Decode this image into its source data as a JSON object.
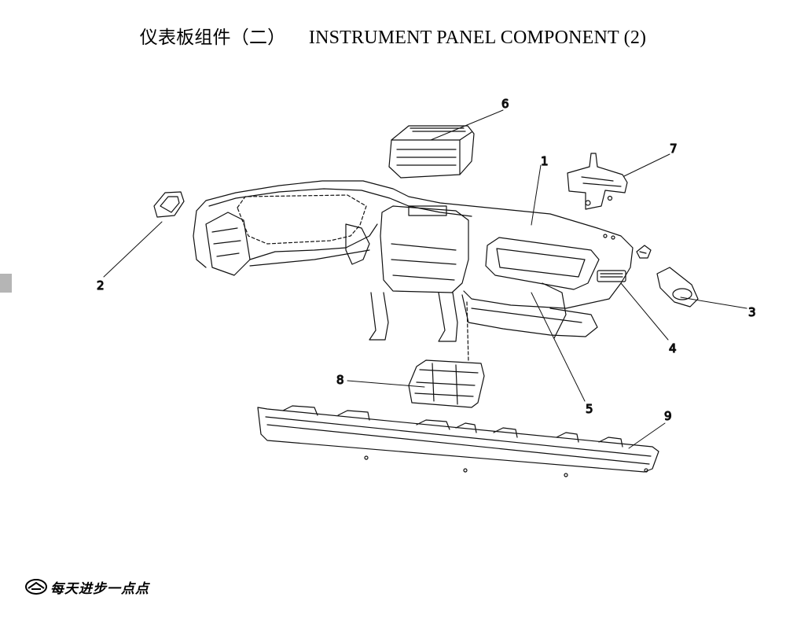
{
  "page": {
    "title_cn": "仪表板组件（二）",
    "title_en": "INSTRUMENT PANEL COMPONENT (2)"
  },
  "callouts": [
    "1",
    "2",
    "3",
    "4",
    "5",
    "6",
    "7",
    "8",
    "9"
  ],
  "footer": {
    "slogan": "每天进步一点点",
    "logo": "brand-logo-icon"
  }
}
